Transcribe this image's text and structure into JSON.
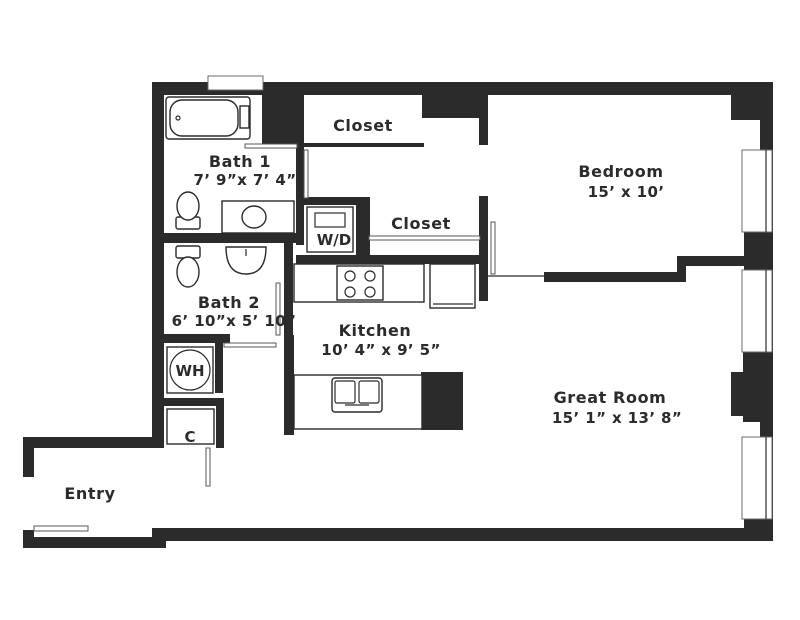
{
  "rooms": {
    "closet_upper": {
      "name": "Closet"
    },
    "closet_lower": {
      "name": "Closet"
    },
    "bath1": {
      "name": "Bath 1",
      "dimensions": "7’ 9”x 7’ 4”"
    },
    "bath2": {
      "name": "Bath 2",
      "dimensions": "6’ 10”x 5’ 10”"
    },
    "bedroom": {
      "name": "Bedroom",
      "dimensions": "15’  x 10’"
    },
    "kitchen": {
      "name": "Kitchen",
      "dimensions": "10’ 4”  x 9’ 5”"
    },
    "great_room": {
      "name": "Great Room",
      "dimensions": "15’ 1”  x 13’ 8”"
    },
    "entry": {
      "name": "Entry"
    }
  },
  "fixtures": {
    "washer_dryer": "W/D",
    "water_heater": "WH",
    "coat_closet": "C"
  }
}
